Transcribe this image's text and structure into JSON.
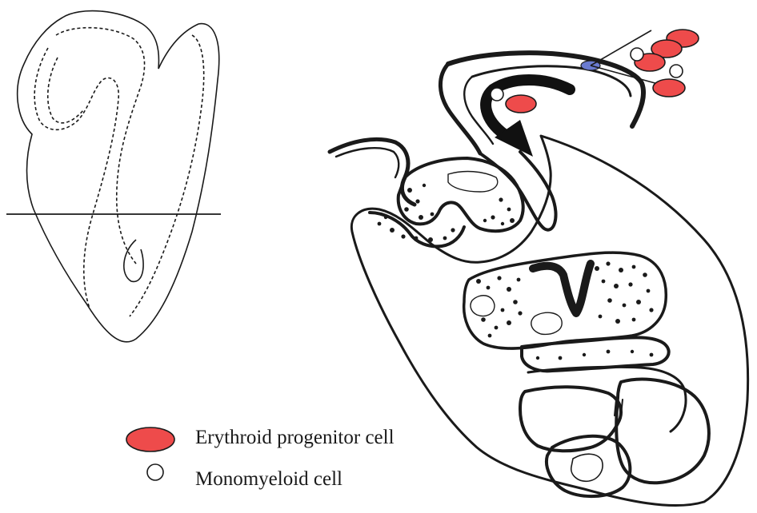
{
  "colors": {
    "erythroid_fill": "#ee4b4b",
    "monomyeloid_fill": "#ffffff",
    "outline": "#1a1a1a",
    "entry_point": "#6a7bd0"
  },
  "legend": {
    "items": [
      {
        "label": "Erythroid progenitor cell",
        "symbol": "red-oval"
      },
      {
        "label": "Monomyeloid cell",
        "symbol": "white-circle"
      }
    ]
  }
}
